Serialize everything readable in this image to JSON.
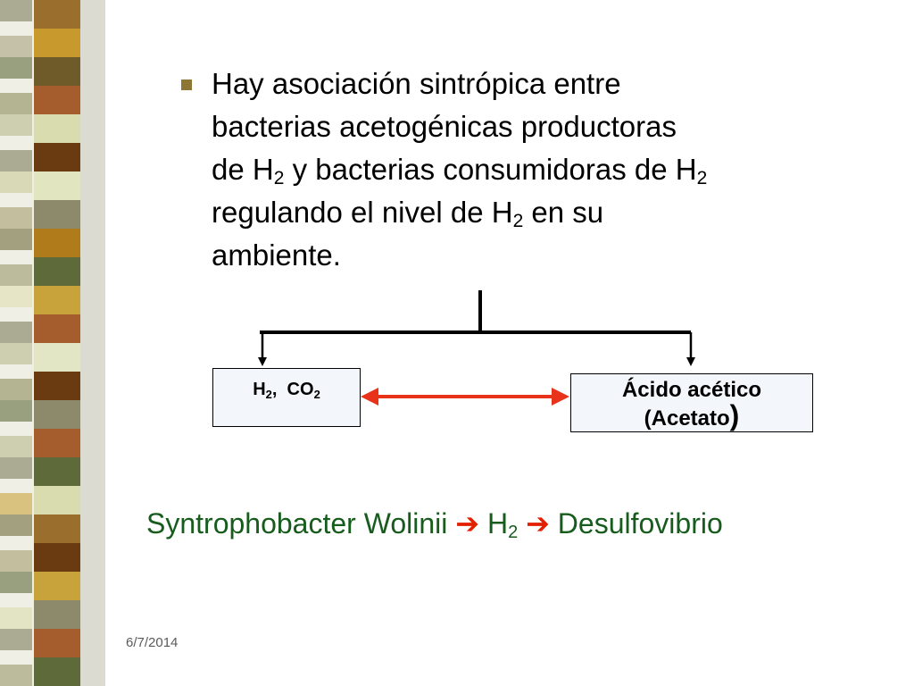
{
  "bullet": {
    "line1": "Hay asociación sintrópica entre",
    "line2": "bacterias acetogénicas productoras",
    "line3_a": "de H",
    "line3_sub1": "2",
    "line3_b": " y bacterias consumidoras de H",
    "line3_sub2": "2",
    "line4_a": "regulando el nivel de H",
    "line4_sub": "2",
    "line4_b": " en su",
    "line5": "ambiente."
  },
  "boxes": {
    "left_h": "H",
    "left_h_sub": "2",
    "left_sep": ",  CO",
    "left_co_sub": "2",
    "right_line1": "Ácido acético",
    "right_line2": "(Acetato",
    "right_paren": ")"
  },
  "bottom": {
    "organism1": "Syntrophobacter Wolinii",
    "arrow1": "➔",
    "h": "H",
    "h_sub": "2",
    "arrow2": "➔",
    "organism2": "Desulfovibrio"
  },
  "footer": {
    "date": "6/7/2014"
  },
  "colors": {
    "bullet": "#8e7634",
    "bottom_text": "#175c1d",
    "double_arrow": "#e8321a",
    "box_fill": "#f3f7fc"
  }
}
